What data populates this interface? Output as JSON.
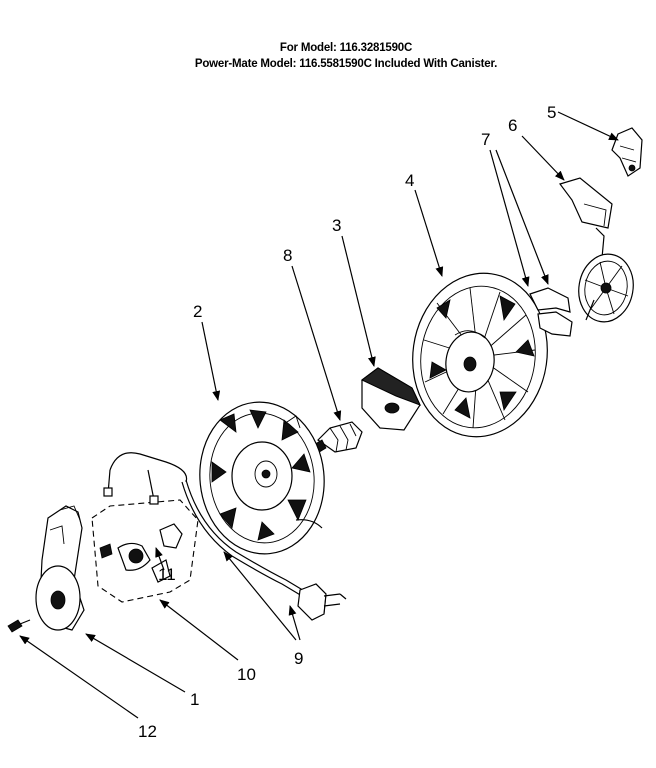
{
  "header": {
    "line1": "For Model: 116.3281590C",
    "line2": "Power-Mate Model: 116.5581590C Included With Canister."
  },
  "callouts": {
    "c1": "1",
    "c2": "2",
    "c3": "3",
    "c4": "4",
    "c5": "5",
    "c6": "6",
    "c7": "7",
    "c8": "8",
    "c9": "9",
    "c10": "10",
    "c11": "11",
    "c12": "12"
  }
}
